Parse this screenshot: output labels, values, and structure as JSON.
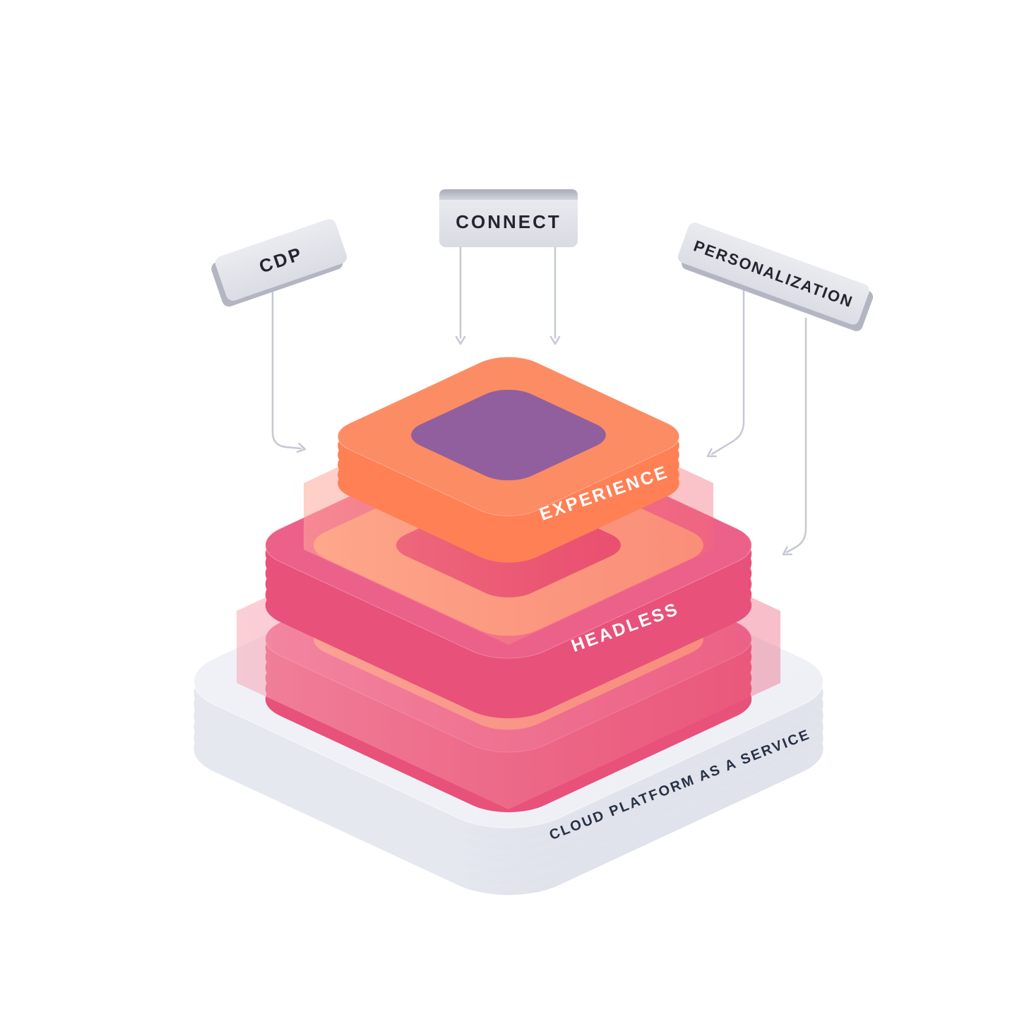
{
  "diagram": {
    "title": "Composable DXP stack diagram",
    "signs": {
      "cdp": {
        "label": "CDP"
      },
      "connect": {
        "label": "CONNECT"
      },
      "personalization": {
        "label": "PERSONALIZATION"
      }
    },
    "layers": {
      "experience": {
        "label": "EXPERIENCE"
      },
      "headless": {
        "label": "HEADLESS"
      },
      "platform": {
        "label": "CLOUD PLATFORM AS A SERVICE"
      }
    },
    "arrows": [
      {
        "from": "CDP",
        "to": "stack-top-layer",
        "direction": "down-then-right"
      },
      {
        "from": "CONNECT",
        "to": "stack-top-layer",
        "direction": "down"
      },
      {
        "from": "CONNECT",
        "to": "stack-top-layer",
        "direction": "down"
      },
      {
        "from": "PERSONALIZATION",
        "to": "experience-layer",
        "direction": "down-then-left"
      },
      {
        "from": "PERSONALIZATION",
        "to": "headless-layer",
        "direction": "down-then-left"
      }
    ],
    "colors": {
      "background": "#ffffff",
      "sign_face": "#e4e5eb",
      "sign_edge": "#b3b5c2",
      "sign_text": "#23262f",
      "arrow_line": "#c6c8d3",
      "experience_top_light": "#fc8c64",
      "experience_top_dark": "#ff4b10",
      "experience_side": "#e8390a",
      "inset_magenta_light": "#925f9e",
      "inset_magenta_dark": "#a70c74",
      "headless_top_light": "#ec6189",
      "headless_top_dark": "#db1a4f",
      "headless_side_dark": "#c30939",
      "ring_orange_light": "#ffa778",
      "ring_orange_dark": "#ff5a1c",
      "platform_top": "#eef0f6",
      "platform_side_dark": "#9fa1b1",
      "platform_text": "#273245",
      "pillar_pink": "rgba(244,140,160,0.5)"
    }
  }
}
